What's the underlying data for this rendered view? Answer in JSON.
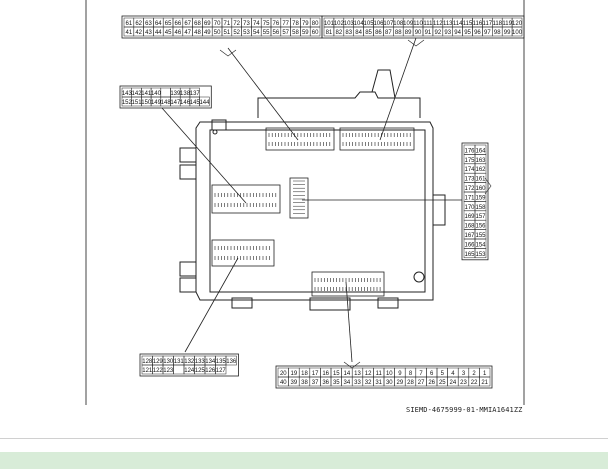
{
  "connector_top_left": {
    "row1": [
      "61",
      "62",
      "63",
      "64",
      "65",
      "66",
      "67",
      "68",
      "69",
      "70",
      "71",
      "72",
      "73",
      "74",
      "75",
      "76",
      "77",
      "78",
      "79",
      "80"
    ],
    "row2": [
      "41",
      "42",
      "43",
      "44",
      "45",
      "46",
      "47",
      "48",
      "49",
      "50",
      "51",
      "52",
      "53",
      "54",
      "55",
      "56",
      "57",
      "58",
      "59",
      "60"
    ]
  },
  "connector_top_right": {
    "row1": [
      "101",
      "102",
      "103",
      "104",
      "105",
      "106",
      "107",
      "108",
      "109",
      "110",
      "111",
      "112",
      "113",
      "114",
      "115",
      "116",
      "117",
      "118",
      "119",
      "120"
    ],
    "row2": [
      "81",
      "82",
      "83",
      "84",
      "85",
      "86",
      "87",
      "88",
      "89",
      "90",
      "91",
      "92",
      "93",
      "94",
      "95",
      "96",
      "97",
      "98",
      "99",
      "100"
    ]
  },
  "connector_left": {
    "row1": [
      "143",
      "142",
      "141",
      "140",
      "",
      "139",
      "138",
      "137"
    ],
    "row2": [
      "152",
      "151",
      "150",
      "149",
      "148",
      "147",
      "146",
      "145",
      "144"
    ]
  },
  "connector_right": {
    "pairs": [
      [
        "176",
        "164"
      ],
      [
        "175",
        "163"
      ],
      [
        "174",
        "162"
      ],
      [
        "173",
        "161"
      ],
      [
        "172",
        "160"
      ],
      [
        "171",
        "159"
      ],
      [
        "170",
        "158"
      ],
      [
        "169",
        "157"
      ],
      [
        "168",
        "156"
      ],
      [
        "167",
        "155"
      ],
      [
        "166",
        "154"
      ],
      [
        "165",
        "153"
      ]
    ]
  },
  "connector_bottom_left": {
    "row1": [
      "128",
      "129",
      "130",
      "131",
      "132",
      "133",
      "134",
      "135",
      "136"
    ],
    "row2": [
      "121",
      "122",
      "123",
      "",
      "124",
      "125",
      "126",
      "127"
    ]
  },
  "connector_bottom_right": {
    "row1": [
      "20",
      "19",
      "18",
      "17",
      "16",
      "15",
      "14",
      "13",
      "12",
      "11",
      "10",
      "9",
      "8",
      "7",
      "6",
      "5",
      "4",
      "3",
      "2",
      "1"
    ],
    "row2": [
      "40",
      "39",
      "38",
      "37",
      "36",
      "35",
      "34",
      "33",
      "32",
      "31",
      "30",
      "29",
      "28",
      "27",
      "26",
      "25",
      "24",
      "23",
      "22",
      "21"
    ]
  },
  "caption": "SIEMD-4675999-01-MMIA1641ZZ",
  "colors": {
    "line": "#222222",
    "footer": "#d8ecd8"
  }
}
